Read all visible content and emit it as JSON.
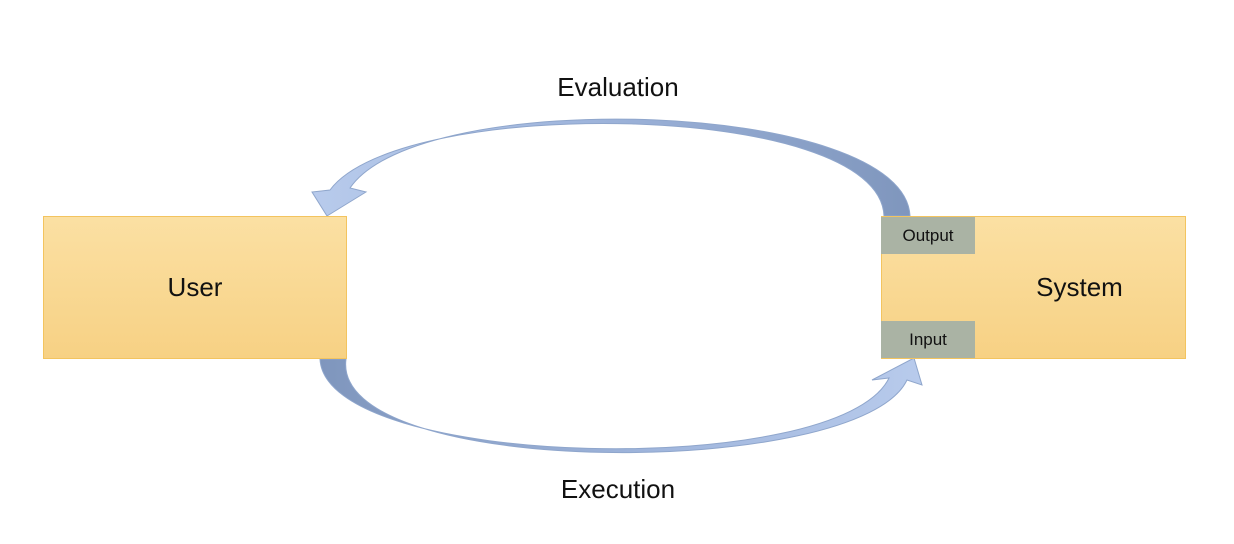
{
  "diagram": {
    "user_label": "User",
    "system_label": "System",
    "output_label": "Output",
    "input_label": "Input",
    "evaluation_label": "Evaluation",
    "execution_label": "Execution"
  },
  "colors": {
    "box_fill_top": "#fbe0a3",
    "box_fill_bottom": "#f7d184",
    "box_border": "#f3c45f",
    "port_fill": "#aab3a4",
    "arrow_light": "#b4c8ea",
    "arrow_dark": "#7f96bd"
  }
}
